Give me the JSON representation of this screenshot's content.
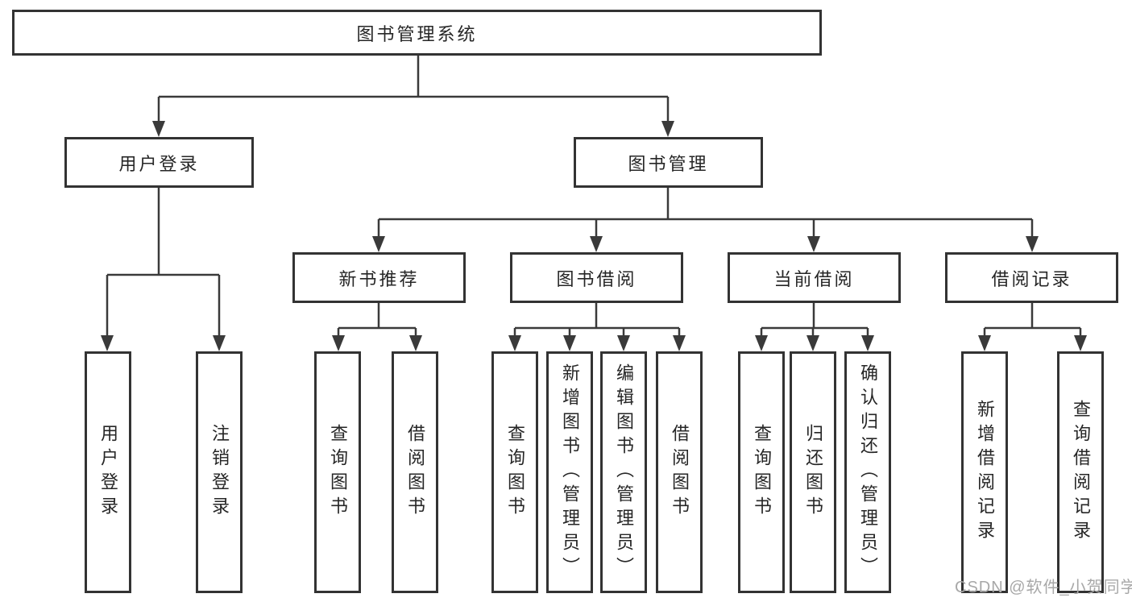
{
  "diagram": {
    "root": {
      "label": "图书管理系统"
    },
    "user_login": {
      "label": "用户登录",
      "children": {
        "login": {
          "label": "用户登录"
        },
        "logout": {
          "label": "注销登录"
        }
      }
    },
    "book_management": {
      "label": "图书管理",
      "children": {
        "new_books": {
          "label": "新书推荐",
          "children": {
            "query_books": {
              "label": "查询图书"
            },
            "borrow_books": {
              "label": "借阅图书"
            }
          }
        },
        "book_borrowing": {
          "label": "图书借阅",
          "children": {
            "query_books": {
              "label": "查询图书"
            },
            "add_books": {
              "label": "新增图书（管理员）"
            },
            "edit_books": {
              "label": "编辑图书（管理员）"
            },
            "borrow_books": {
              "label": "借阅图书"
            }
          }
        },
        "current_borrowing": {
          "label": "当前借阅",
          "children": {
            "query_books": {
              "label": "查询图书"
            },
            "return_books": {
              "label": "归还图书"
            },
            "confirm_return": {
              "label": "确认归还（管理员）"
            }
          }
        },
        "borrow_records": {
          "label": "借阅记录",
          "children": {
            "add_record": {
              "label": "新增借阅记录"
            },
            "query_record": {
              "label": "查询借阅记录"
            }
          }
        }
      }
    }
  },
  "watermark": {
    "text": "CSDN @软件_小贺同学"
  },
  "colors": {
    "line": "#3a3a3a",
    "box_border": "#333333",
    "box_fill": "#ffffff",
    "text": "#262626",
    "watermark": "#a8a8a8"
  }
}
